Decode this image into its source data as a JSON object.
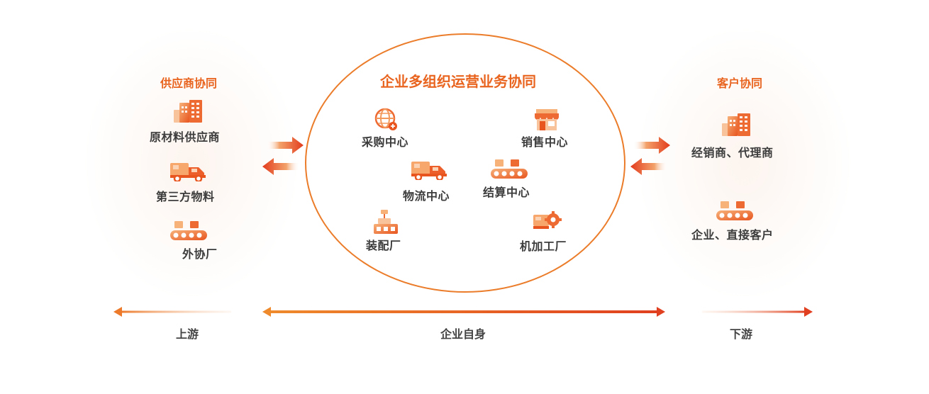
{
  "upstream": {
    "title": "供应商协同",
    "items": [
      {
        "label": "原材料供应商",
        "icon": "buildings-icon"
      },
      {
        "label": "第三方物料",
        "icon": "truck-icon"
      },
      {
        "label": "外协厂",
        "icon": "conveyor-boxes-icon"
      }
    ]
  },
  "center": {
    "title": "企业多组织运营业务协同",
    "items": [
      {
        "label": "采购中心",
        "icon": "globe-icon"
      },
      {
        "label": "销售中心",
        "icon": "storefront-icon"
      },
      {
        "label": "物流中心",
        "icon": "truck-icon"
      },
      {
        "label": "结算中心",
        "icon": "conveyor-boxes-icon"
      },
      {
        "label": "装配厂",
        "icon": "factory-machine-icon"
      },
      {
        "label": "机加工厂",
        "icon": "gear-machine-icon"
      }
    ]
  },
  "downstream": {
    "title": "客户协同",
    "items": [
      {
        "label": "经销商、代理商",
        "icon": "buildings-icon"
      },
      {
        "label": "企业、直接客户",
        "icon": "conveyor-boxes-icon"
      }
    ]
  },
  "axis": {
    "left": "上游",
    "center": "企业自身",
    "right": "下游"
  },
  "colors": {
    "accent": "#e8641f",
    "ring": "#eb7c2a",
    "arrow_start": "#f5a25d",
    "arrow_end": "#e0401f"
  }
}
